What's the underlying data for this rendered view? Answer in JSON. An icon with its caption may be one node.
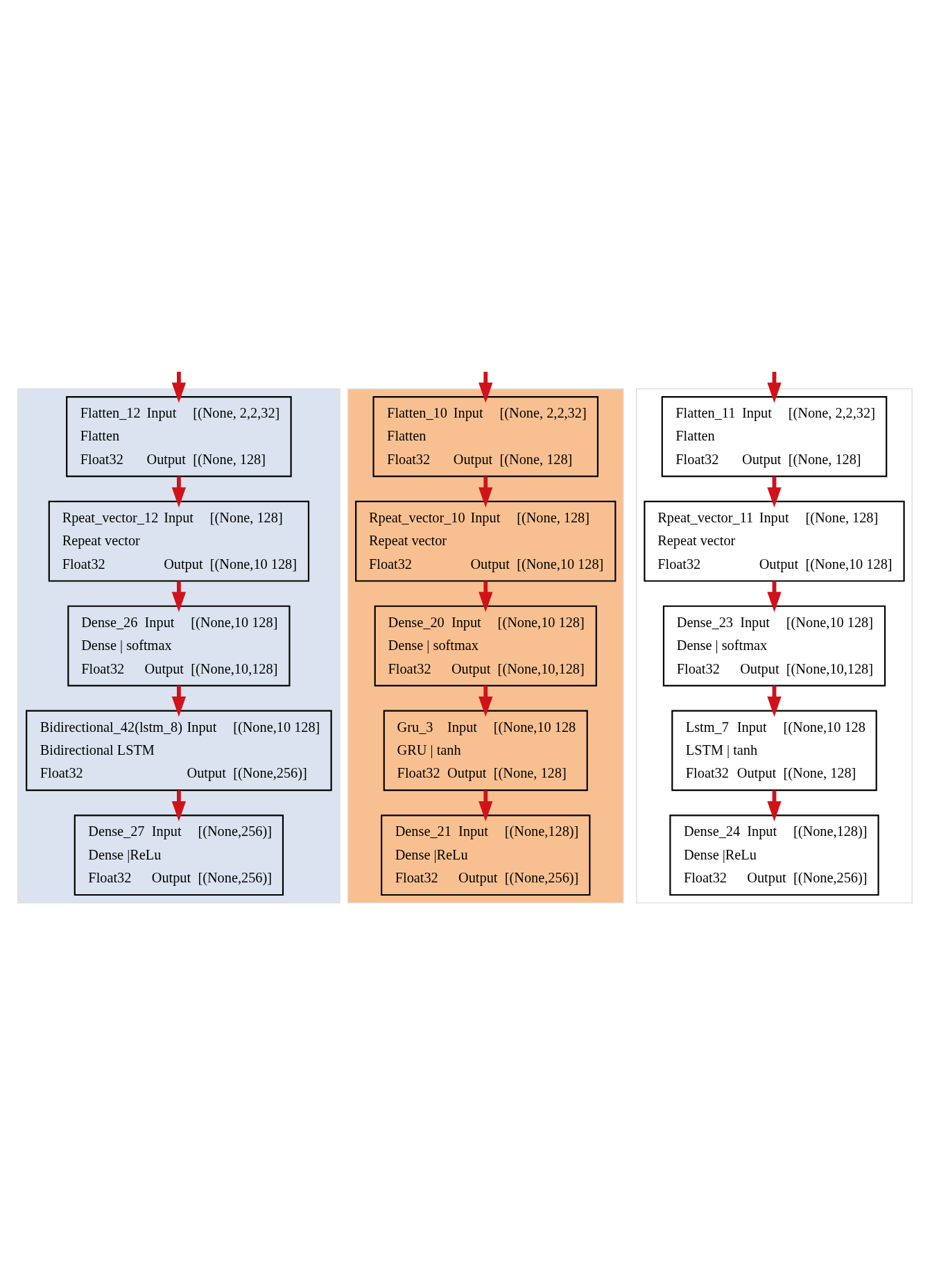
{
  "diagram": {
    "nodes": [
      {
        "text": [],
        "shape": "box"
      },
      {
        "text": [
          "Flatten_12",
          "Input",
          "[(None, 2,2,32]",
          "Flatten",
          "Float32",
          "Output",
          "[(None, 128]"
        ],
        "in": 0
      },
      {
        "text": [
          "Rpeat_vector_12",
          "Input",
          "[(None, 128]",
          "Repeat vector",
          "Float32",
          "Output",
          "[(None,10 128]"
        ],
        "in": 0
      },
      {
        "text": [
          "Dense_26",
          "Input",
          "[(None,10 128]",
          "Dense | softmax",
          "Float32",
          "Output",
          "[(None,10,128]"
        ],
        "in": 0
      },
      {
        "text": [
          "Bidirectional_42(lstm_8)",
          "Input",
          "[(None,10 128]",
          "Bidirectional LSTM",
          "Float32",
          "Output",
          "[(None,256)]"
        ],
        "in": 0
      },
      {
        "text": [
          "Dense_27",
          "Input",
          "[(None,256)]",
          "Dense |ReLu",
          "Float32",
          "Output",
          "[(None,256)]"
        ],
        "in": 0
      },
      {
        "text": [],
        "shape": "box"
      },
      {
        "text": [
          "Flatten_10",
          "Input",
          "[(None, 2,2,32]",
          "Flatten",
          "Float32",
          "Output",
          "[(None, 128]"
        ],
        "in": 6
      },
      {
        "text": [
          "Rpeat_vector_10",
          "Input",
          "[(None, 128]",
          "Repeat vector",
          "Float32",
          "Output",
          "[(None,10 128]"
        ],
        "in": 6
      },
      {
        "text": [
          "Dense_20",
          "Input",
          "[(None,10 128]",
          "Dense | softmax",
          "Float32",
          "Output",
          "[(None,10,128]"
        ],
        "in": 6
      },
      {
        "text": [
          "Gru_3",
          "Input",
          "[(None,10 128",
          "GRU | tanh",
          "Float32",
          "Output",
          "[(None, 128]"
        ],
        "in": 6
      },
      {
        "text": [
          "Dense_21",
          "Input",
          "[(None,128)]",
          "Dense |ReLu",
          "Float32",
          "Output",
          "[(None,256)]"
        ],
        "in": 6
      },
      {
        "text": [],
        "shape": "box"
      },
      {
        "text": [
          "Flatten_11",
          "Input",
          "[(None, 2,2,32]",
          "Flatten",
          "Float32",
          "Output",
          "[(None, 128]"
        ],
        "in": 12
      },
      {
        "text": [
          "Rpeat_vector_11",
          "Input",
          "[(None, 128]",
          "Repeat vector",
          "Float32",
          "Output",
          "[(None,10 128]"
        ],
        "in": 12
      },
      {
        "text": [
          "Dense_23",
          "Input",
          "[(None,10 128]",
          "Dense | softmax",
          "Float32",
          "Output",
          "[(None,10,128]"
        ],
        "in": 12
      },
      {
        "text": [
          "Lstm_7",
          "Input",
          "[(None,10 128",
          "LSTM | tanh",
          "Float32",
          "Output",
          "[(None, 128]"
        ],
        "in": 12
      },
      {
        "text": [
          "Dense_24",
          "Input",
          "[(None,128)]",
          "Dense |ReLu",
          "Float32",
          "Output",
          "[(None,256)]"
        ],
        "in": 12
      }
    ],
    "edges": [
      {
        "from": null,
        "to": 1,
        "arrow": "to"
      },
      {
        "from": 1,
        "to": 2,
        "arrow": "to"
      },
      {
        "from": 2,
        "to": 3,
        "arrow": "to"
      },
      {
        "from": 3,
        "to": 4,
        "arrow": "to"
      },
      {
        "from": 4,
        "to": 5,
        "arrow": "to"
      },
      {
        "from": null,
        "to": 7,
        "arrow": "to"
      },
      {
        "from": 7,
        "to": 8,
        "arrow": "to"
      },
      {
        "from": 8,
        "to": 9,
        "arrow": "to"
      },
      {
        "from": 9,
        "to": 10,
        "arrow": "to"
      },
      {
        "from": 10,
        "to": 11,
        "arrow": "to"
      },
      {
        "from": null,
        "to": 13,
        "arrow": "to"
      },
      {
        "from": 13,
        "to": 14,
        "arrow": "to"
      },
      {
        "from": 14,
        "to": 15,
        "arrow": "to"
      },
      {
        "from": 15,
        "to": 16,
        "arrow": "to"
      },
      {
        "from": 16,
        "to": 17,
        "arrow": "to"
      }
    ]
  }
}
